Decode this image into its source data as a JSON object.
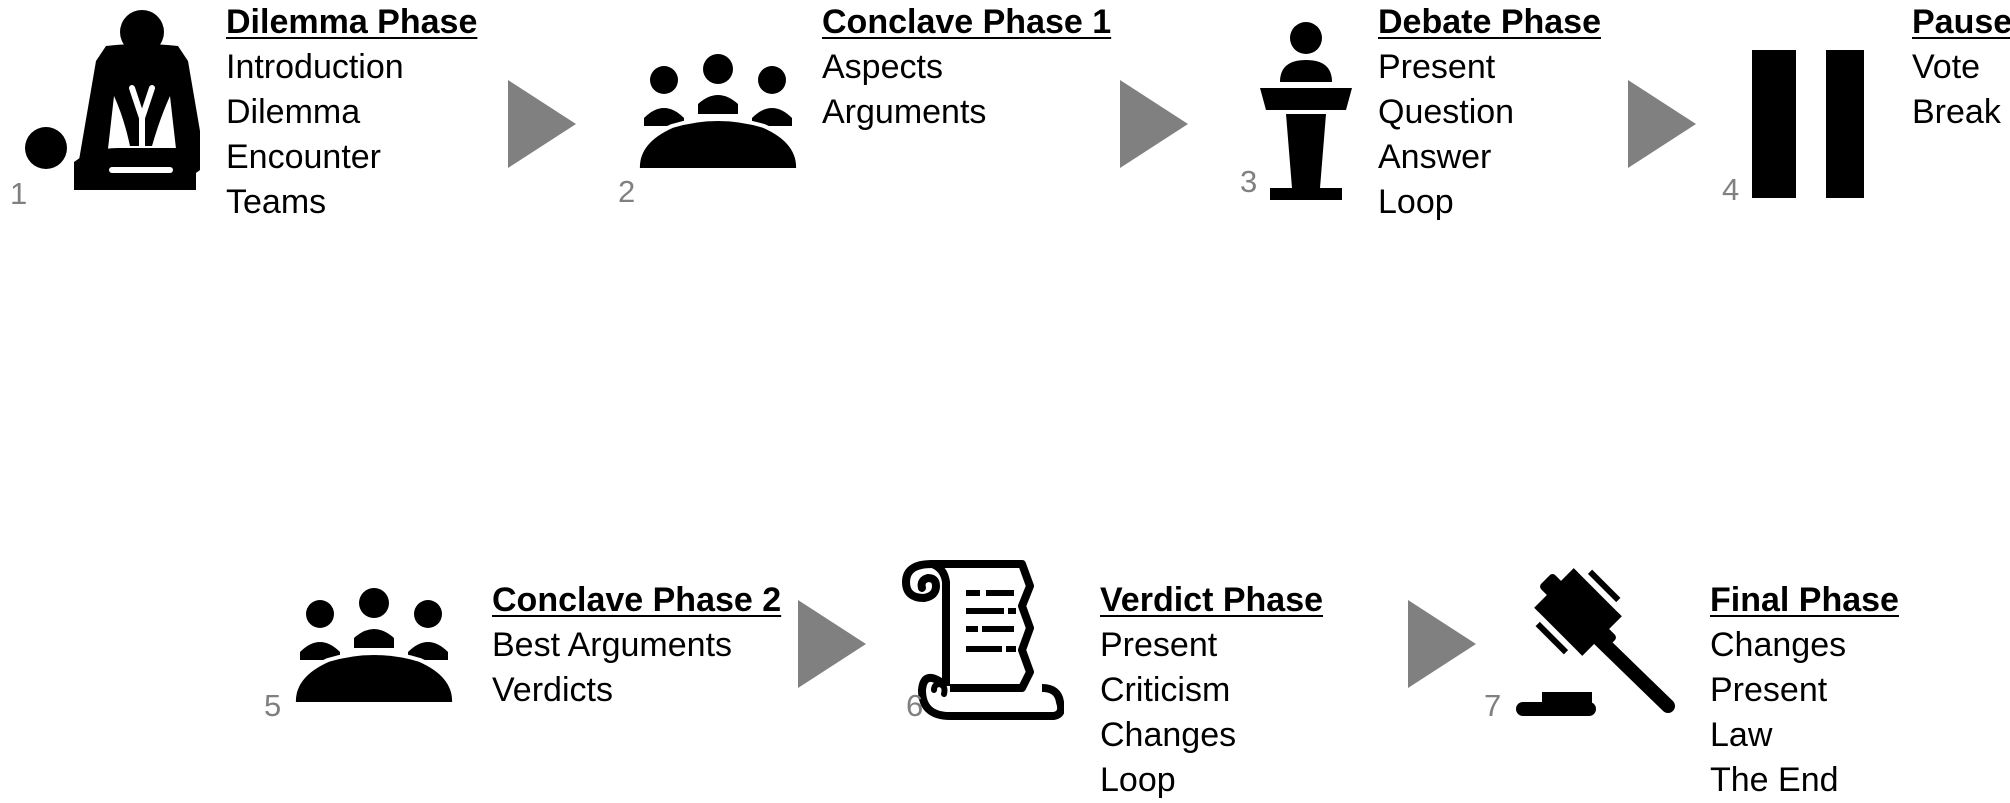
{
  "colors": {
    "icon": "#000000",
    "arrow": "#808080",
    "number": "#808080"
  },
  "phases": [
    {
      "number": "1",
      "title": "Dilemma Phase",
      "icon": "cpr-icon",
      "items": [
        "Introduction",
        "Dilemma",
        "Encounter",
        "Teams"
      ]
    },
    {
      "number": "2",
      "title": "Conclave Phase 1",
      "icon": "meeting-table-icon",
      "items": [
        "Aspects",
        "Arguments"
      ]
    },
    {
      "number": "3",
      "title": "Debate Phase",
      "icon": "speaker-podium-icon",
      "items": [
        "Present",
        "Question",
        "Answer",
        "Loop"
      ]
    },
    {
      "number": "4",
      "title": "Pause",
      "icon": "pause-icon",
      "items": [
        "Vote",
        "Break"
      ]
    },
    {
      "number": "5",
      "title": "Conclave Phase 2",
      "icon": "meeting-table-icon",
      "items": [
        "Best Arguments",
        "Verdicts"
      ]
    },
    {
      "number": "6",
      "title": "Verdict Phase",
      "icon": "scroll-icon",
      "items": [
        "Present",
        "Criticism",
        "Changes",
        "Loop"
      ]
    },
    {
      "number": "7",
      "title": "Final Phase",
      "icon": "gavel-icon",
      "items": [
        "Changes",
        "Present",
        "Law",
        "The End"
      ]
    }
  ]
}
